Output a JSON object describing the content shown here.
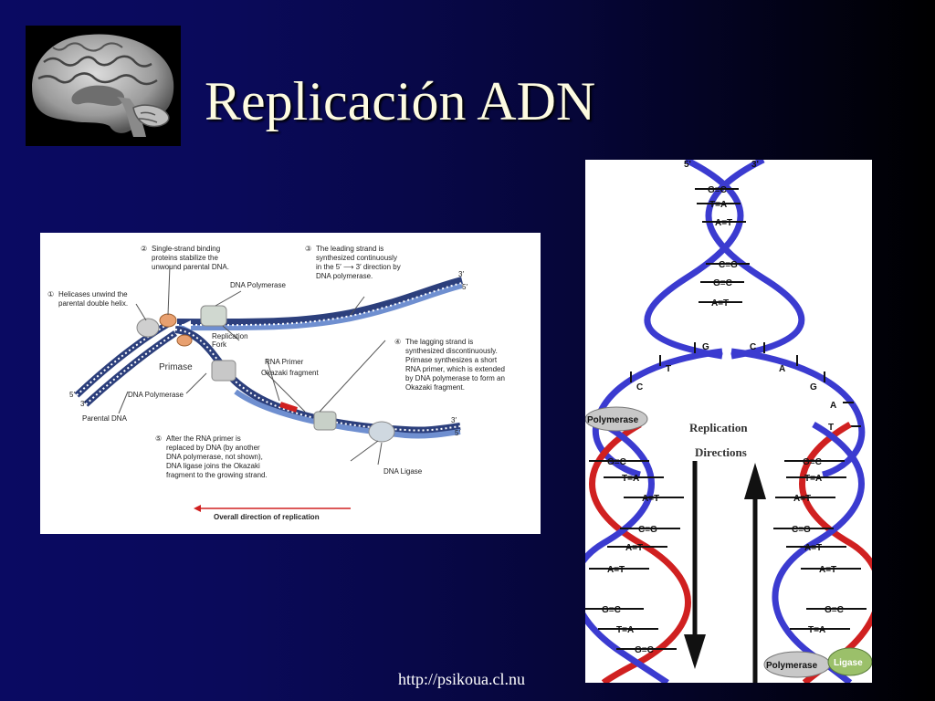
{
  "slide": {
    "title": "Replicación ADN",
    "footer_url": "http://psikoua.cl.nu"
  },
  "left_figure": {
    "step1": [
      "Helicases unwind the",
      "parental double helix."
    ],
    "step2": [
      "Single-strand binding",
      "proteins stabilize the",
      "unwound parental DNA."
    ],
    "step3": [
      "The leading strand is",
      "synthesized continuously",
      "in the 5′ ⟶ 3′ direction by",
      "DNA polymerase."
    ],
    "step4": [
      "The lagging strand is",
      "synthesized discontinuously.",
      "Primase synthesizes a short",
      "RNA primer, which is extended",
      "by DNA polymerase to form an",
      "Okazaki fragment."
    ],
    "step5": [
      "After the RNA primer is",
      "replaced by DNA (by another",
      "DNA polymerase, not shown),",
      "DNA ligase joins the Okazaki",
      "fragment to the growing strand."
    ],
    "labels": {
      "dna_polymerase_top": "DNA Polymerase",
      "replication_fork": [
        "Replication",
        "Fork"
      ],
      "rna_primer": "RNA Primer",
      "okazaki_fragment": "Okazaki fragment",
      "primase": "Primase",
      "dna_polymerase_bottom": "DNA Polymerase",
      "parental_dna": "Parental DNA",
      "dna_ligase": "DNA Ligase",
      "overall_direction": "Overall direction of replication"
    },
    "step_numbers": [
      "①",
      "②",
      "③",
      "④",
      "⑤"
    ],
    "strand_ends": {
      "five_prime": "5′",
      "three_prime": "3′"
    }
  },
  "right_figure": {
    "top_ends": [
      "5'",
      "3'"
    ],
    "top_pairs": [
      "G≡C",
      "T=A",
      "A=T",
      "C≡G",
      "G≡C",
      "A=T"
    ],
    "fork_bases_left": [
      "G",
      "T",
      "C"
    ],
    "fork_bases_right": [
      "C",
      "A",
      "G",
      "A",
      "T"
    ],
    "replication_label": "Replication",
    "directions_label": "Directions",
    "polymerase_label": "Polymerase",
    "ligase_label": "Ligase",
    "left_pairs": [
      "G≡C",
      "T=A",
      "A=T",
      "C≡G",
      "A=T",
      "A=T",
      "G≡C",
      "T=A",
      "G≡C"
    ],
    "right_pairs": [
      "G≡C",
      "T=A",
      "A=T",
      "C≡G",
      "A=T",
      "A=T",
      "G≡C",
      "T=A"
    ]
  },
  "colors": {
    "title": "#fdfbe1",
    "strand_blue": "#3b3bd0",
    "strand_red": "#d02020",
    "fig_strand": "#2c3f7c"
  }
}
